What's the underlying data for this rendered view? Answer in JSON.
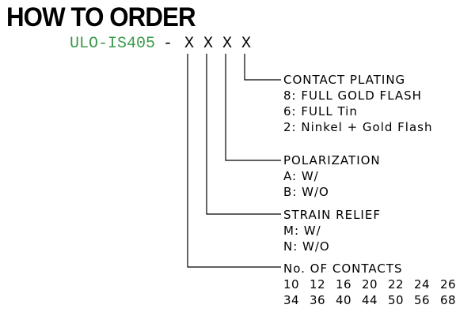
{
  "title": "HOW TO ORDER",
  "model": "ULO-IS405",
  "separator": "-",
  "placeholders": [
    "X",
    "X",
    "X",
    "X"
  ],
  "contact_plating": {
    "heading": "CONTACT PLATING",
    "items": [
      "8: FULL GOLD FLASH",
      "6: FULL Tin",
      "2: Ninkel + Gold Flash"
    ]
  },
  "polarization": {
    "heading": "POLARIZATION",
    "items": [
      "A: W/",
      "B: W/O"
    ]
  },
  "strain_relief": {
    "heading": "STRAIN RELIEF",
    "items": [
      "M: W/",
      "N: W/O"
    ]
  },
  "contacts": {
    "heading": "No. OF CONTACTS",
    "row1": [
      "10",
      "12",
      "16",
      "20",
      "22",
      "24",
      "26"
    ],
    "row2": [
      "34",
      "36",
      "40",
      "44",
      "50",
      "56",
      "68"
    ]
  },
  "colors": {
    "model": "#3a9a4a",
    "text": "#000000",
    "line": "#000000"
  }
}
